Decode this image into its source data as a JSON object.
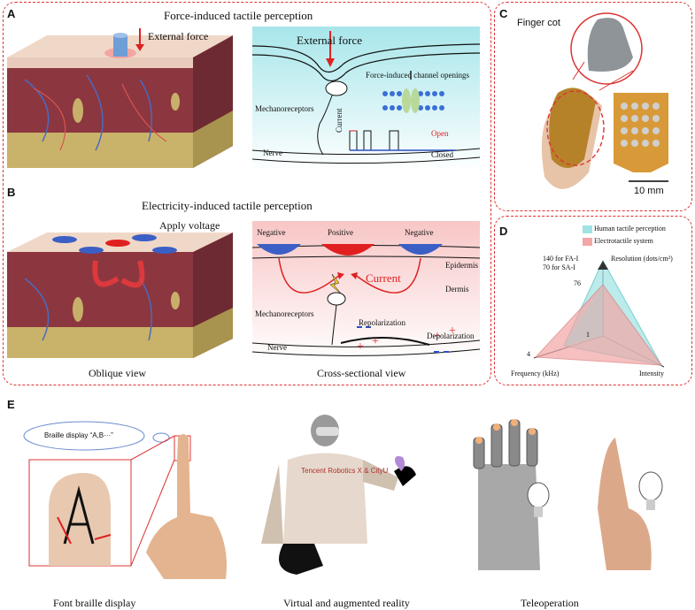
{
  "panels": {
    "A": "A",
    "B": "B",
    "C": "C",
    "D": "D",
    "E": "E"
  },
  "a": {
    "title": "Force-induced tactile perception",
    "external_force_3d": "External force",
    "external_force": "External force",
    "channel": "Force-induced channel openings",
    "mech": "Mechanoreceptors",
    "nerve": "Nerve",
    "current": "Current",
    "open": "Open",
    "closed": "Closed"
  },
  "b": {
    "title": "Electricity-induced tactile perception",
    "apply": "Apply voltage",
    "neg1": "Negative",
    "pos": "Positive",
    "neg2": "Negative",
    "epidermis": "Epidermis",
    "dermis": "Dermis",
    "current": "Current",
    "mech": "Mechanoreceptors",
    "repol": "Repolarization",
    "depol": "Depolarization",
    "nerve": "Nerve",
    "oblique": "Oblique view",
    "cross": "Cross-sectional view"
  },
  "c": {
    "finger_cot": "Finger cot",
    "scale": "10 mm"
  },
  "d": {
    "legend_human": "Human tactile perception",
    "legend_electro": "Electrotactile system",
    "res_fa": "140 for FA-I",
    "res_sa": "70 for SA-I",
    "res_axis": "Resolution (dots/cm²)",
    "val76": "76",
    "val1": "1",
    "val4": "4",
    "freq_axis": "Frequency (kHz)",
    "int_axis": "Intensity",
    "colors": {
      "human": "#9fe3e3",
      "electro": "#f3a6a6"
    }
  },
  "e": {
    "braille_bubble": "Braille display “A,B···”",
    "robot_shirt": "Tencent Robotics X & CityU",
    "cap1": "Font braille display",
    "cap2": "Virtual and augmented reality",
    "cap3": "Teleoperation"
  }
}
